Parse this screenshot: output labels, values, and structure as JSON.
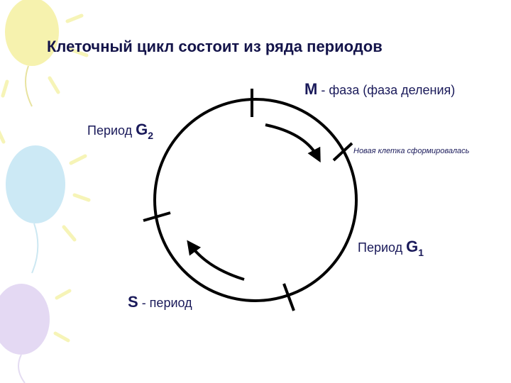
{
  "title": "Клеточный цикл состоит из ряда периодов",
  "phases": {
    "m": {
      "letter": "M",
      "text": " - фаза (фаза деления)"
    },
    "g2": {
      "prefix": "Период ",
      "letter": "G",
      "sub": "2"
    },
    "new_cell": "Новая клетка сформировалась",
    "g1": {
      "prefix": "Период ",
      "letter": "G",
      "sub": "1"
    },
    "s": {
      "letter": "S",
      "text": " - период"
    }
  },
  "colors": {
    "ink": "#000000",
    "text": "#1a1a4a",
    "balloon_yellow": "#f4f0a0",
    "balloon_blue": "#bfe3f2",
    "balloon_violet": "#ddd0f0",
    "ray_yellow": "#f6f3b0"
  }
}
